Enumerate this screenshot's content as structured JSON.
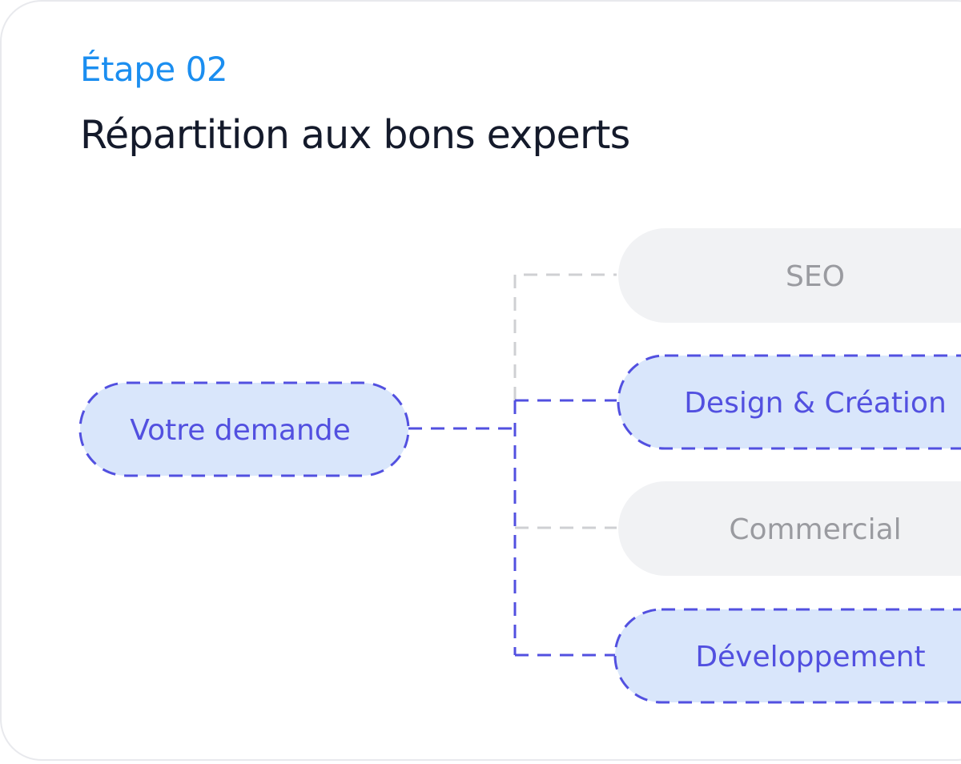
{
  "header": {
    "step": "Étape 02",
    "title": "Répartition aux bons experts"
  },
  "diagram": {
    "source": {
      "label": "Votre demande"
    },
    "targets": [
      {
        "label": "SEO",
        "active": false
      },
      {
        "label": "Design & Création",
        "active": true
      },
      {
        "label": "Commercial",
        "active": false
      },
      {
        "label": "Développement",
        "active": true
      }
    ]
  },
  "colors": {
    "step_accent": "#1b8ef0",
    "title_text": "#141a2b",
    "active_stroke": "#5250e0",
    "active_fill": "#d9e6fb",
    "muted_fill": "#f1f2f4",
    "muted_stroke": "#cfd0d3",
    "muted_text": "#9a9ba0"
  }
}
